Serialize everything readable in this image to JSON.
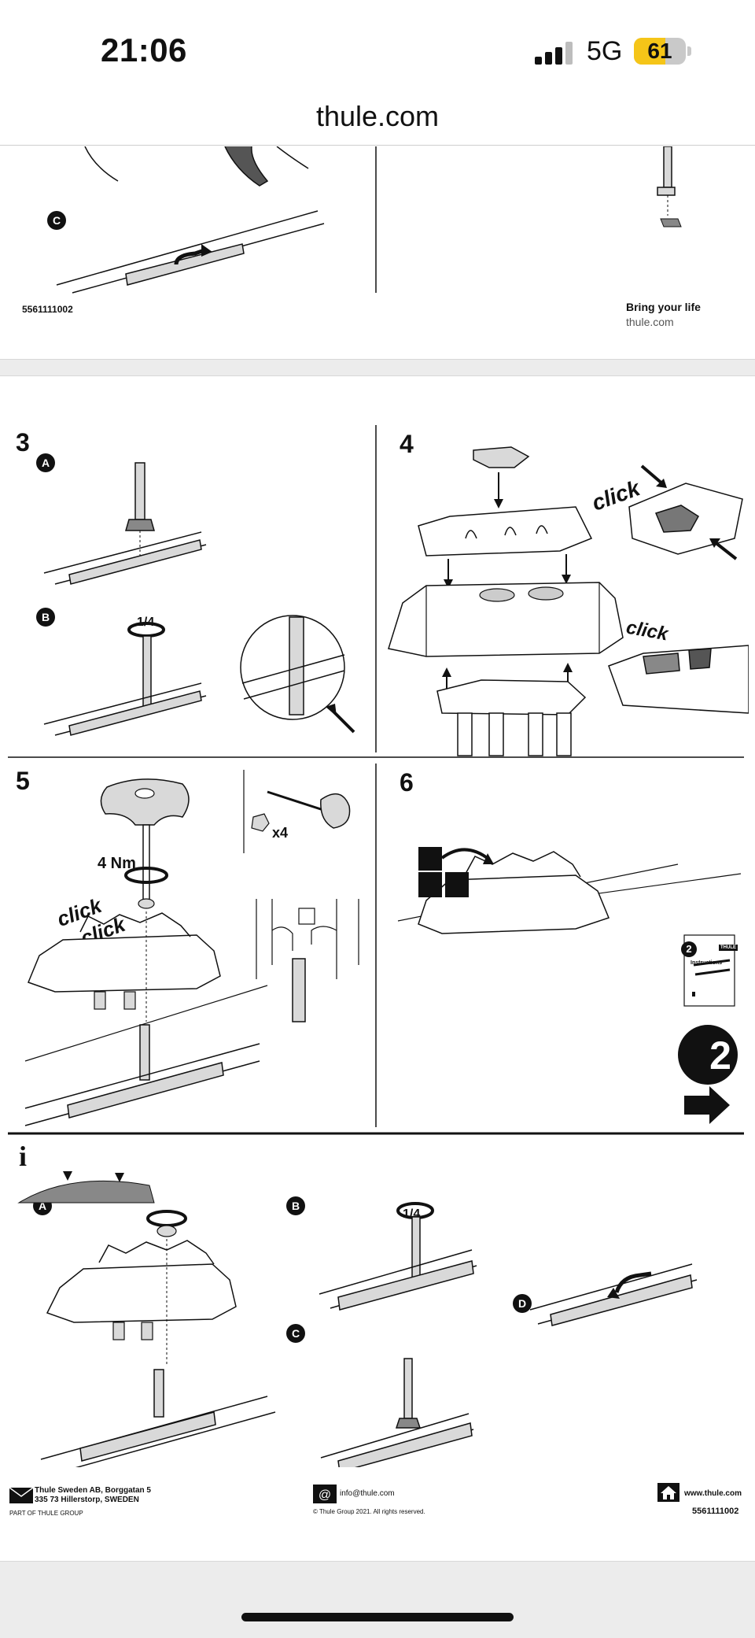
{
  "status_bar": {
    "time": "21:06",
    "network": "5G",
    "battery_percent": "61",
    "battery_level": 0.61,
    "battery_color": "#f5c518"
  },
  "browser": {
    "url": "thule.com"
  },
  "page_one": {
    "sub_label_c": "C",
    "part_number": "5561111002",
    "tagline": "Bring your life",
    "site": "thule.com"
  },
  "steps": {
    "step3": {
      "number": "3",
      "sub_a": "A",
      "sub_b": "B",
      "turn": "1/4"
    },
    "step4": {
      "number": "4",
      "click1": "click",
      "click2": "click"
    },
    "step5": {
      "number": "5",
      "torque": "4 Nm",
      "click1": "click",
      "click2": "click",
      "quantity": "x4"
    },
    "step6": {
      "number": "6",
      "booklet_number": "2",
      "booklet_brand": "THULE",
      "booklet_title": "Instructions",
      "next_number": "2"
    },
    "info": {
      "icon": "i",
      "sub_a": "A",
      "sub_b": "B",
      "sub_c": "C",
      "sub_d": "D",
      "turn": "1/4"
    }
  },
  "footer": {
    "company_line1": "Thule Sweden AB, Borggatan 5",
    "company_line2": "335 73 Hillerstorp, SWEDEN",
    "group": "PART OF THULE GROUP",
    "email": "info@thule.com",
    "copyright": "© Thule Group 2021. All rights reserved.",
    "website": "www.thule.com",
    "part_number": "5561111002"
  },
  "colors": {
    "accent_battery": "#f5c518",
    "line": "#111111",
    "part_fill": "#d9d9d9"
  }
}
